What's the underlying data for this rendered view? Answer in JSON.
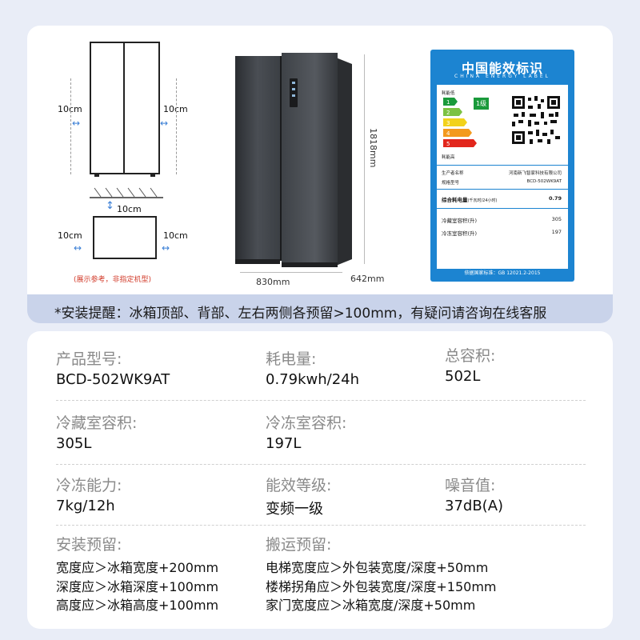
{
  "diagram": {
    "clearance_labels": [
      "10cm",
      "10cm",
      "10cm",
      "10cm",
      "10cm"
    ],
    "note": "(展示参考，非指定机型)"
  },
  "product_dims": {
    "height": "1818mm",
    "width": "830mm",
    "depth": "642mm"
  },
  "energy_label": {
    "title": "中国能效标识",
    "subtitle": "CHINA ENERGY LABEL",
    "low": "耗能低",
    "high": "耗能高",
    "grade": "1级",
    "grades": [
      "1",
      "2",
      "3",
      "4",
      "5"
    ],
    "grade_colors": [
      "#1a9a3b",
      "#7cc242",
      "#f2d21b",
      "#f39a1e",
      "#e2261c"
    ],
    "manufacturer_label": "生产者名称",
    "manufacturer": "河南新飞智家科技有限公司",
    "model_label": "规格型号",
    "model": "BCD-502WK9AT",
    "rows": [
      {
        "label": "综合耗电量",
        "unit": "(千瓦时/24小时)",
        "value": "0.79"
      },
      {
        "label": "冷藏室容积(升)",
        "value": "305"
      },
      {
        "label": "冷冻室容积(升)",
        "value": "197"
      }
    ],
    "footer": "依据国家标准：GB 12021.2-2015"
  },
  "notice": "*安装提醒：冰箱顶部、背部、左右两侧各预留>100mm，有疑问请咨询在线客服",
  "specs": {
    "model": {
      "label": "产品型号:",
      "value": "BCD-502WK9AT"
    },
    "power": {
      "label": "耗电量:",
      "value": "0.79kwh/24h"
    },
    "total": {
      "label": "总容积:",
      "value": "502L"
    },
    "fridge": {
      "label": "冷藏室容积:",
      "value": "305L"
    },
    "freezer": {
      "label": "冷冻室容积:",
      "value": "197L"
    },
    "freezing": {
      "label": "冷冻能力:",
      "value": "7kg/12h"
    },
    "efficiency": {
      "label": "能效等级:",
      "value": "变频一级"
    },
    "noise": {
      "label": "噪音值:",
      "value": "37dB(A)"
    },
    "install": {
      "label": "安装预留:",
      "lines": [
        "宽度应＞冰箱宽度+200mm",
        "深度应＞冰箱深度+100mm",
        "高度应＞冰箱高度+100mm"
      ]
    },
    "transport": {
      "label": "搬运预留:",
      "lines": [
        "电梯宽度应＞外包装宽度/深度+50mm",
        "楼梯拐角应＞外包装宽度/深度+150mm",
        "家门宽度应＞冰箱宽度/深度+50mm"
      ]
    }
  }
}
